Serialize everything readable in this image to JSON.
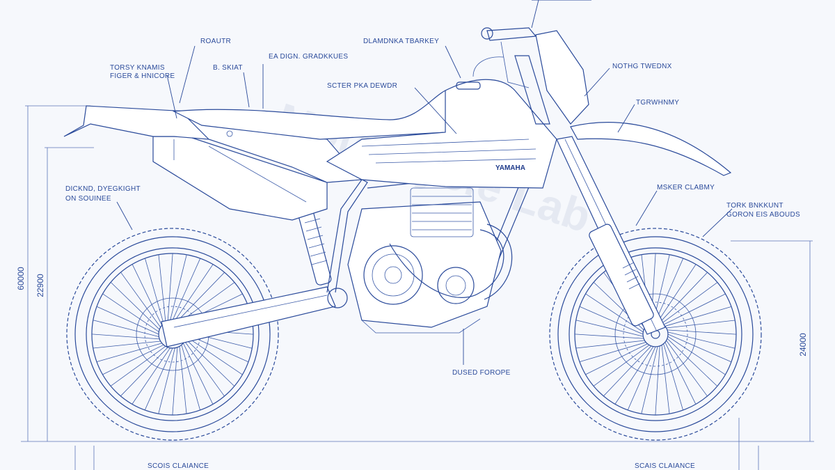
{
  "brand": {
    "tank_text": "YAMAHA"
  },
  "watermark": {
    "text": "Motorcycle Lab"
  },
  "labels": {
    "rear_top": "ROAUTR",
    "rear_left_1": "TORSY KNAMIS",
    "rear_left_2": "FIGER & HNICORE",
    "seat": "B. SKIAT",
    "seat_design": "EA DIGN. GRADKKUES",
    "top_center": "DLAMDNKA TBARKEY",
    "tank": "SCTER PKA DEWDR",
    "right_top": "NOTHG TWEDNX",
    "fender": "TGRWHNMY",
    "left_mid_1": "DICKND, DYEGKIGHT",
    "left_mid_2": "ON SOUINEE",
    "fork": "MSKER CLABMY",
    "right_mid_1": "TORK BNKKUNT",
    "right_mid_2": "GORON EIS ABOUDS",
    "engine_bottom": "DUSED FOROPE",
    "bottom_left": "SCOIS CLAIANCE",
    "bottom_right": "SCAIS CLAIANCE"
  },
  "dimensions": {
    "left_outer": "60000",
    "left_inner": "22900",
    "right": "24000"
  }
}
